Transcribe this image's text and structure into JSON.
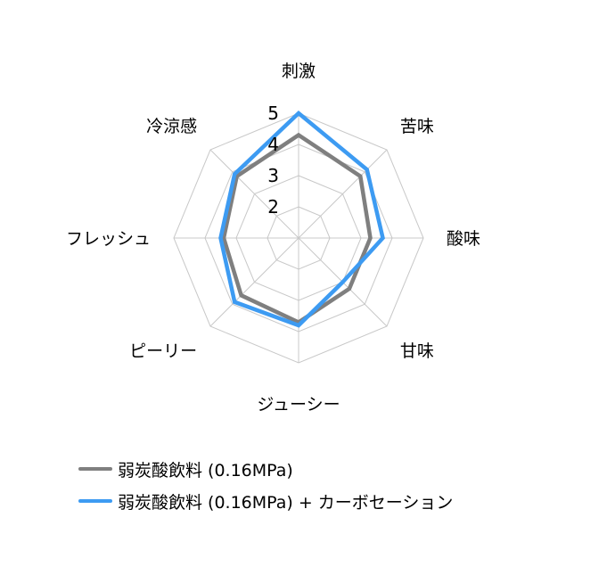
{
  "chart_data": {
    "type": "radar",
    "axes": [
      "刺激",
      "苦味",
      "酸味",
      "甘味",
      "ジューシー",
      "ピーリー",
      "フレッシュ",
      "冷涼感"
    ],
    "rlim": [
      1,
      5
    ],
    "ticks": [
      "2",
      "3",
      "4",
      "5"
    ],
    "grid": true,
    "legend_position": "bottom",
    "series": [
      {
        "name": "弱炭酸飲料 (0.16MPa)",
        "color": "#7f7f7f",
        "values": [
          4.3,
          3.8,
          3.3,
          3.3,
          3.7,
          3.6,
          3.4,
          3.8
        ]
      },
      {
        "name": "弱炭酸飲料 (0.16MPa) + カーボセーション",
        "color": "#3d9bf2",
        "values": [
          5.0,
          4.1,
          3.7,
          3.0,
          3.8,
          3.9,
          3.5,
          3.9
        ]
      }
    ]
  }
}
